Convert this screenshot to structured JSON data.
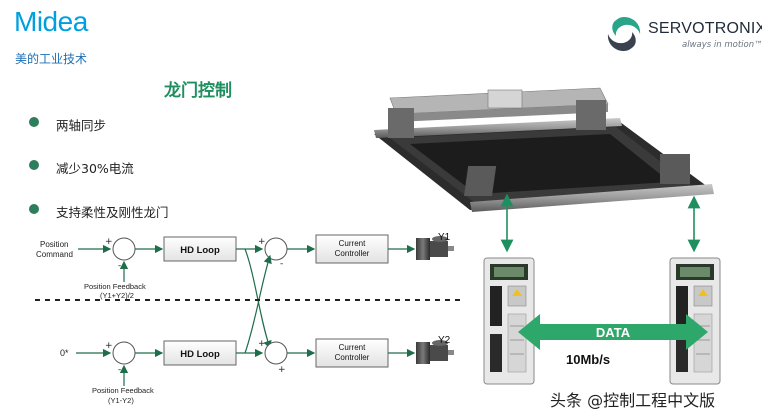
{
  "header": {
    "brand_left": "Midea",
    "brand_left_sub": "美的工业技术",
    "brand_right": "SERVOTRONIX",
    "brand_right_tagline": "always in motion™",
    "title": "龙门控制"
  },
  "bullets": [
    "两轴同步",
    "减少30%电流",
    "支持柔性及刚性龙门"
  ],
  "diagram": {
    "position_command": [
      "Position",
      "Command"
    ],
    "feedback_top": [
      "Position Feedback",
      "(Y1+Y2)/2"
    ],
    "hd_loop": "HD Loop",
    "current_controller": [
      "Current",
      "Controller"
    ],
    "y1": "Y1",
    "y2": "Y2",
    "zero_input": "0*",
    "feedback_bottom": [
      "Position Feedback",
      "(Y1-Y2)"
    ],
    "plus": "+",
    "minus": "-"
  },
  "link": {
    "label": "DATA",
    "speed": "10Mb/s"
  },
  "watermark": "头条 @控制工程中文版",
  "colors": {
    "brand_blue": "#00a0e0",
    "title_green": "#1f8f5f",
    "bullet_green": "#2e7d5b",
    "arrow_green": "#1f8f5f",
    "data_green": "#2ea86a"
  }
}
